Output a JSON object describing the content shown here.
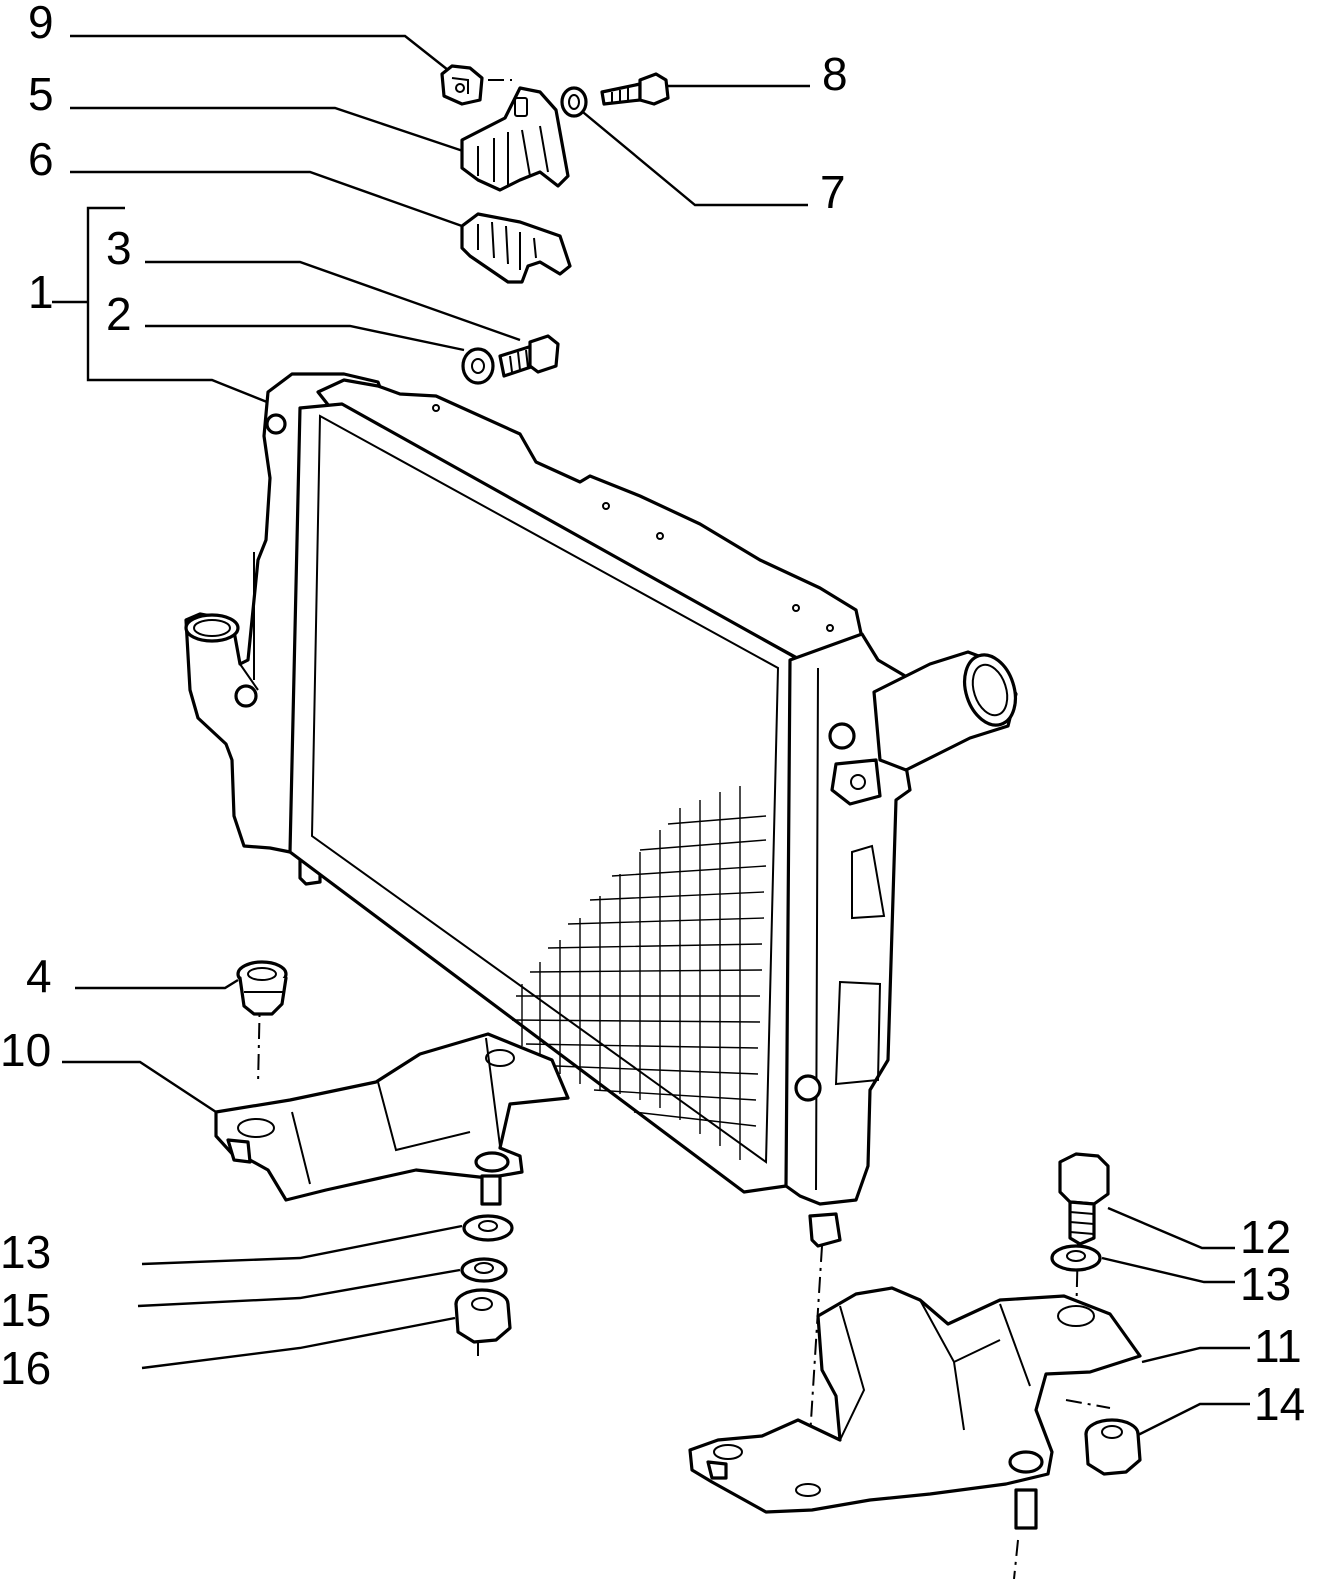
{
  "diagram": {
    "callouts": [
      {
        "id": "9",
        "label": "9"
      },
      {
        "id": "5",
        "label": "5"
      },
      {
        "id": "6",
        "label": "6"
      },
      {
        "id": "8",
        "label": "8"
      },
      {
        "id": "7",
        "label": "7"
      },
      {
        "id": "3",
        "label": "3"
      },
      {
        "id": "1",
        "label": "1"
      },
      {
        "id": "2",
        "label": "2"
      },
      {
        "id": "4",
        "label": "4"
      },
      {
        "id": "10",
        "label": "10"
      },
      {
        "id": "13a",
        "label": "13"
      },
      {
        "id": "15",
        "label": "15"
      },
      {
        "id": "16",
        "label": "16"
      },
      {
        "id": "12",
        "label": "12"
      },
      {
        "id": "13b",
        "label": "13"
      },
      {
        "id": "11",
        "label": "11"
      },
      {
        "id": "14",
        "label": "14"
      }
    ]
  }
}
